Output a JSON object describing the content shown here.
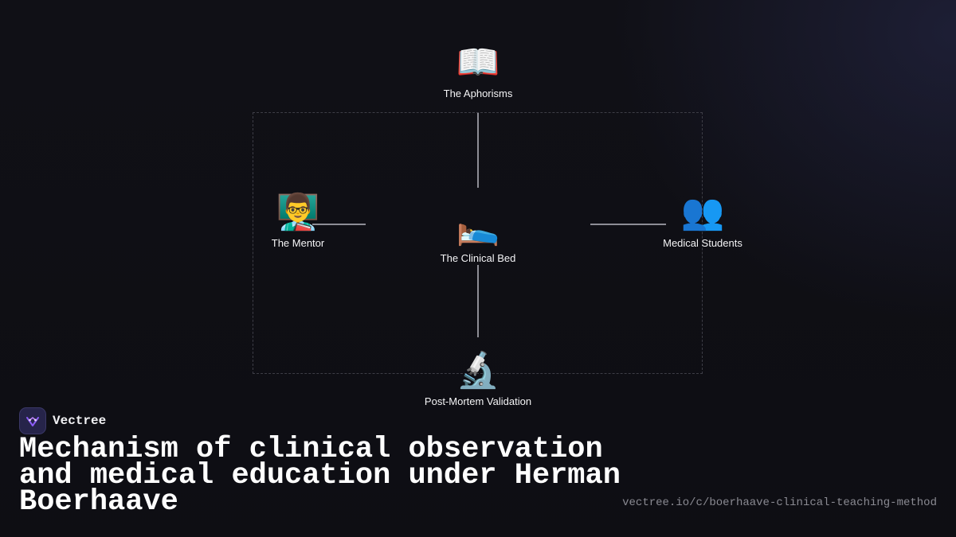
{
  "diagram": {
    "nodes": {
      "aphorisms": {
        "icon": "📖",
        "icon_name": "open-book-icon",
        "label": "The Aphorisms"
      },
      "mentor": {
        "icon": "👨‍🏫",
        "icon_name": "teacher-icon",
        "label": "The Mentor"
      },
      "clinical_bed": {
        "icon": "🛌",
        "icon_name": "person-in-bed-icon",
        "label": "The Clinical Bed"
      },
      "students": {
        "icon": "👥",
        "icon_name": "people-silhouettes-icon",
        "label": "Medical Students"
      },
      "post_mortem": {
        "icon": "🔬",
        "icon_name": "microscope-icon",
        "label": "Post-Mortem Validation"
      }
    },
    "edges": [
      {
        "from": "aphorisms",
        "to": "clinical_bed"
      },
      {
        "from": "mentor",
        "to": "clinical_bed"
      },
      {
        "from": "clinical_bed",
        "to": "students"
      },
      {
        "from": "clinical_bed",
        "to": "post_mortem"
      }
    ]
  },
  "brand": {
    "name": "Vectree",
    "logo_color": "#26244a",
    "accent": "#8b5cf6"
  },
  "footer": {
    "title": "Mechanism of clinical observation and medical education under Herman Boerhaave",
    "url": "vectree.io/c/boerhaave-clinical-teaching-method"
  },
  "colors": {
    "background": "#101016",
    "connector": "#8d8d95",
    "text": "#f4f4f6",
    "muted": "#8a8a92"
  }
}
